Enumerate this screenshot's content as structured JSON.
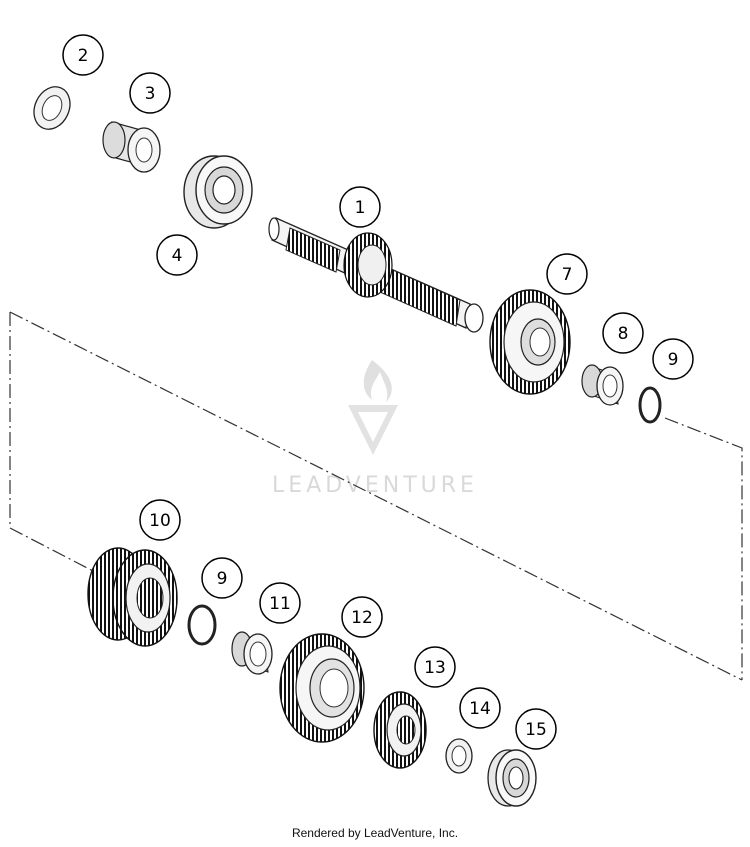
{
  "diagram": {
    "callouts": [
      "1",
      "2",
      "3",
      "4",
      "7",
      "8",
      "9",
      "10",
      "9",
      "11",
      "12",
      "13",
      "14",
      "15"
    ]
  },
  "watermark": {
    "text": "LEADVENTURE"
  },
  "footer": {
    "text": "Rendered by LeadVenture, Inc."
  }
}
